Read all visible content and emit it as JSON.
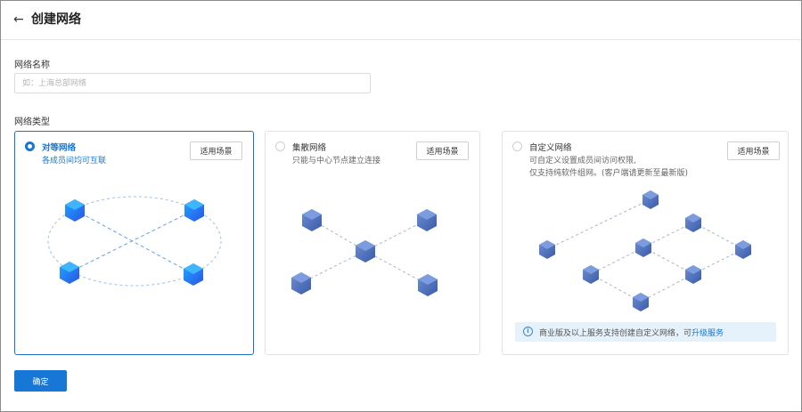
{
  "header": {
    "back_icon": "←",
    "title": "创建网络"
  },
  "form": {
    "name_label": "网络名称",
    "name_placeholder": "如：上海总部网络",
    "name_value": "",
    "type_label": "网络类型"
  },
  "network_types": [
    {
      "title": "对等网络",
      "description": "各成员间均可互联",
      "scene_button": "适用场景",
      "selected": true
    },
    {
      "title": "集散网络",
      "description": "只能与中心节点建立连接",
      "scene_button": "适用场景",
      "selected": false
    },
    {
      "title": "自定义网络",
      "description_lines": [
        "可自定义设置成员间访问权限,",
        "仅支持纯软件组网。(客户端请更新至最新版)"
      ],
      "scene_button": "适用场景",
      "selected": false,
      "notice": {
        "icon": "info-icon",
        "text": "商业版及以上服务支持创建自定义网络，可",
        "link": "升级服务"
      }
    }
  ],
  "actions": {
    "confirm_label": "确定"
  },
  "colors": {
    "primary": "#1677d6",
    "selected_border": "#1a73c9",
    "cube_active": "#2c6de8",
    "cube_inactive": "#4a6bb5",
    "notice_bg": "#e6f2fb"
  }
}
